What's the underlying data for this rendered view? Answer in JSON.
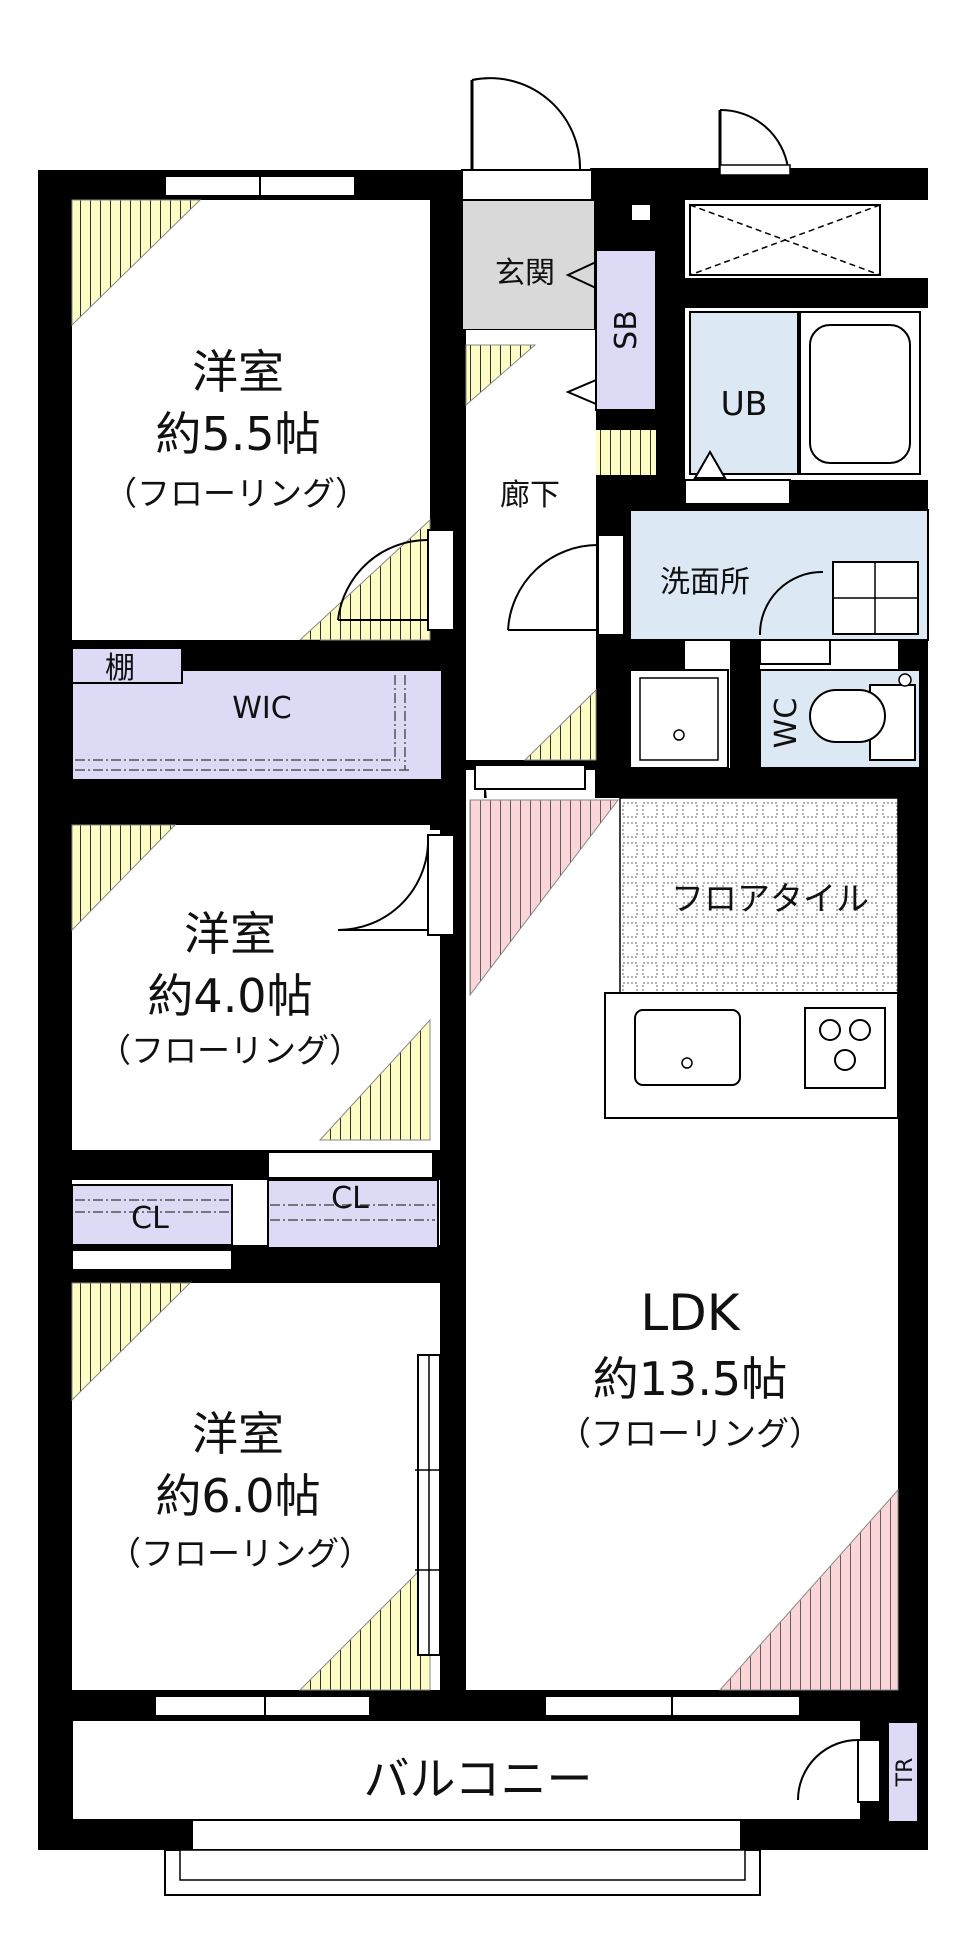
{
  "rooms": {
    "room1": {
      "name": "洋室",
      "size": "約5.5帖",
      "floor": "（フローリング）"
    },
    "room2": {
      "name": "洋室",
      "size": "約4.0帖",
      "floor": "（フローリング）"
    },
    "room3": {
      "name": "洋室",
      "size": "約6.0帖",
      "floor": "（フローリング）"
    },
    "ldk": {
      "name": "LDK",
      "size": "約13.5帖",
      "floor": "（フローリング）"
    }
  },
  "labels": {
    "entrance": "玄関",
    "shoe_box": "SB",
    "unit_bath": "UB",
    "hallway": "廊下",
    "washroom": "洗面所",
    "shelf": "棚",
    "wic": "WIC",
    "wc": "WC",
    "closet1": "CL",
    "closet2": "CL",
    "floor_tile": "フロアタイル",
    "balcony": "バルコニー",
    "trunk_room": "TR"
  },
  "colors": {
    "wall": "#000000",
    "entrance_fill": "#d9d9d9",
    "storage_fill": "#dcdaf5",
    "wet_area_fill": "#dce9f5",
    "window_light": "#fdfcc4",
    "ldk_light": "#fbd6d8"
  }
}
